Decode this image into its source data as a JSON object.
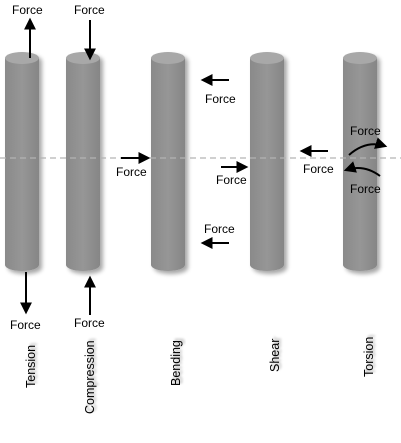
{
  "force_label": "Force",
  "captions": {
    "tension": "Tension",
    "compression": "Compression",
    "bending": "Bending",
    "shear": "Shear",
    "torsion": "Torsion"
  },
  "colors": {
    "cylinder_body": "#8e8e8e",
    "cylinder_top": "#a9a9a9",
    "arrow": "#000000",
    "centerline": "#b8b8b8"
  }
}
